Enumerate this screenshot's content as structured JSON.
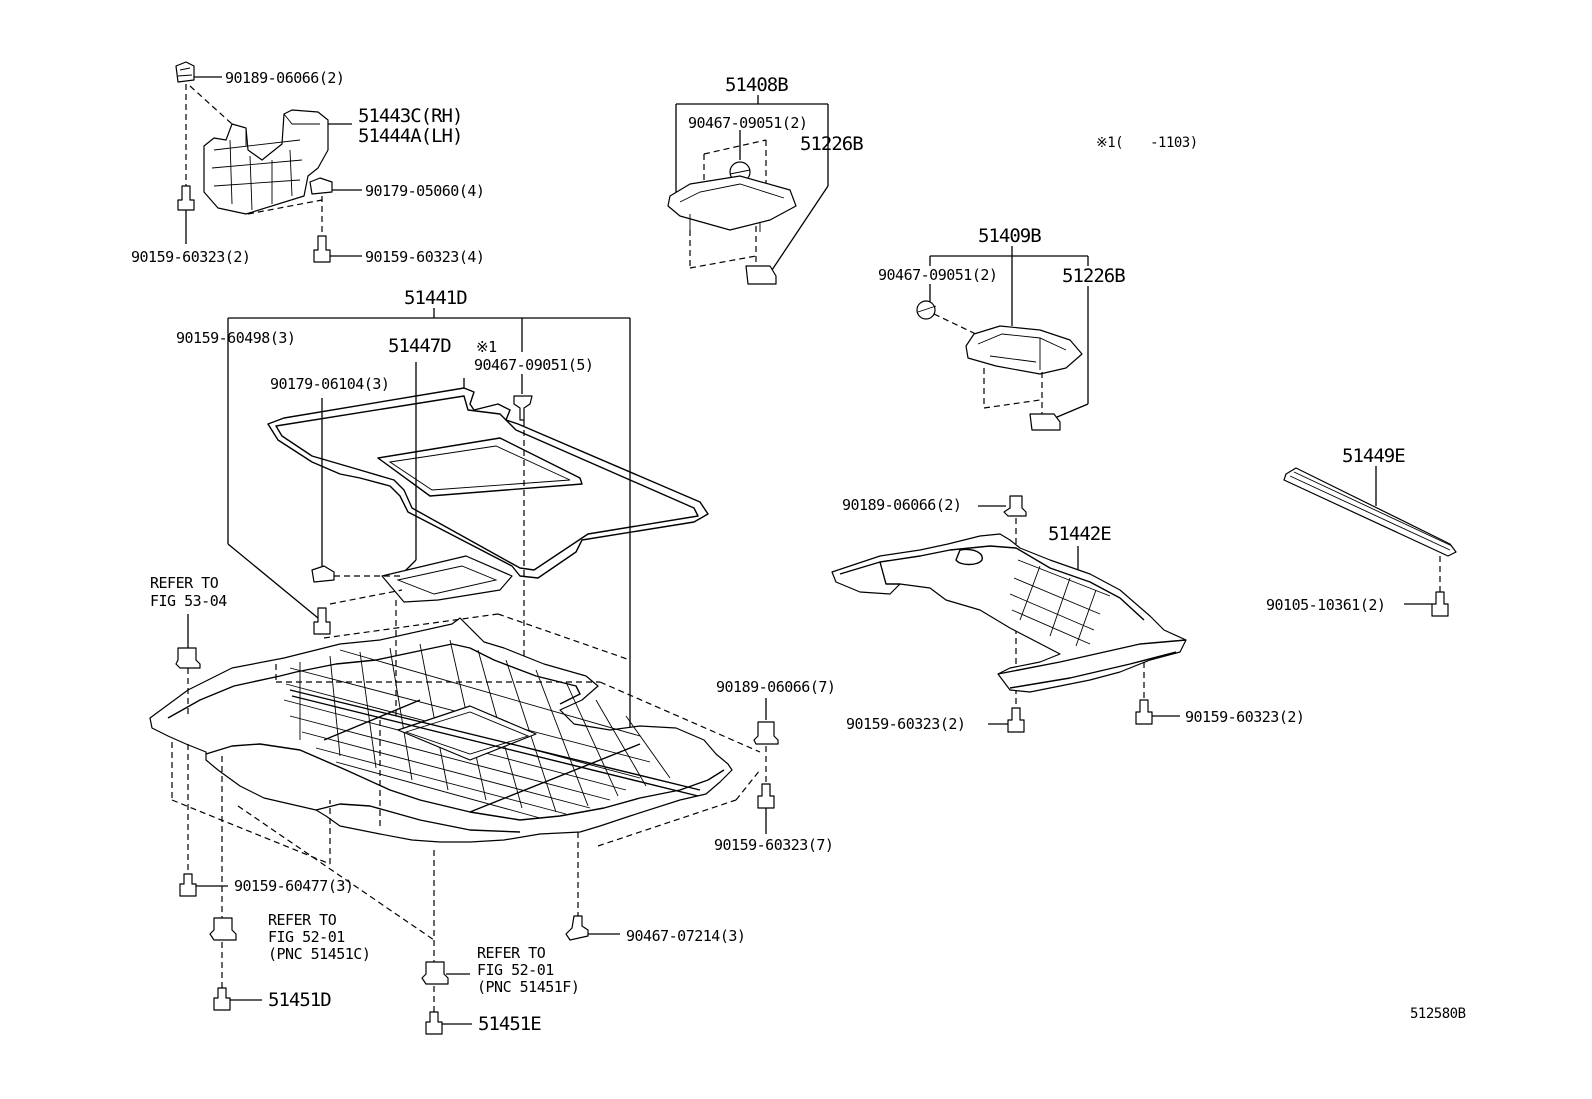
{
  "labels": {
    "p51408B": "51408B",
    "p90467_09051_2a": "90467-09051(2)",
    "p51226B_a": "51226B",
    "note_range": "※1(　　-1103)",
    "p90189_06066_2a": "90189-06066(2)",
    "p51443C": "51443C(RH)",
    "p51444A": "51444A(LH)",
    "p90179_05060": "90179-05060(4)",
    "p90159_60323_2a": "90159-60323(2)",
    "p90159_60323_4": "90159-60323(4)",
    "p51409B": "51409B",
    "p90467_09051_2b": "90467-09051(2)",
    "p51226B_b": "51226B",
    "p51441D": "51441D",
    "p90159_60498": "90159-60498(3)",
    "p51447D": "51447D",
    "note_mark": "※1",
    "p90467_09051_5": "90467-09051(5)",
    "p90179_06104": "90179-06104(3)",
    "p51449E": "51449E",
    "p90189_06066_2b": "90189-06066(2)",
    "p51442E": "51442E",
    "p90105_10361": "90105-10361(2)",
    "refer_5304_a": "REFER TO",
    "refer_5304_b": "FIG 53-04",
    "p90189_06066_7": "90189-06066(7)",
    "p90159_60323_2b": "90159-60323(2)",
    "p90159_60323_2c": "90159-60323(2)",
    "p90159_60323_7": "90159-60323(7)",
    "p90159_60477": "90159-60477(3)",
    "refer_c_a": "REFER TO",
    "refer_c_b": "FIG 52-01",
    "refer_c_c": "(PNC 51451C)",
    "p90467_07214": "90467-07214(3)",
    "refer_f_a": "REFER TO",
    "refer_f_b": "FIG 52-01",
    "refer_f_c": "(PNC 51451F)",
    "p51451D": "51451D",
    "p51451E": "51451E",
    "figure_id": "512580B"
  }
}
